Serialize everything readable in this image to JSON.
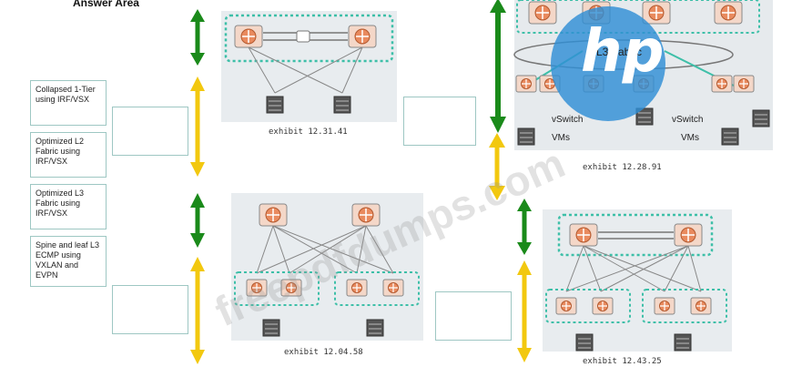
{
  "title": "Answer Area",
  "options": [
    "Collapsed 1-Tier using IRF/VSX",
    "Optimized L2 Fabric using IRF/VSX",
    "Optimized L3 Fabric using IRF/VSX",
    "Spine and leaf L3 ECMP using VXLAN and EVPN"
  ],
  "exhibits": [
    {
      "caption": "exhibit 12.31.41"
    },
    {
      "caption": "exhibit 12.28.91",
      "fabric_label": "L3 Fabric",
      "vswitch_label": "vSwitch",
      "vms_label": "VMs"
    },
    {
      "caption": "exhibit 12.04.58"
    },
    {
      "caption": "exhibit 12.43.25"
    }
  ],
  "watermark": "freepdfdumps.com",
  "logo_text": "hp",
  "colors": {
    "green_arrow": "#1a8a1a",
    "yellow_arrow": "#f2c80f",
    "teal_dash": "#3dbfa8",
    "drop_border": "#9ec7c3",
    "logo_blue": "#2f8fd6"
  }
}
